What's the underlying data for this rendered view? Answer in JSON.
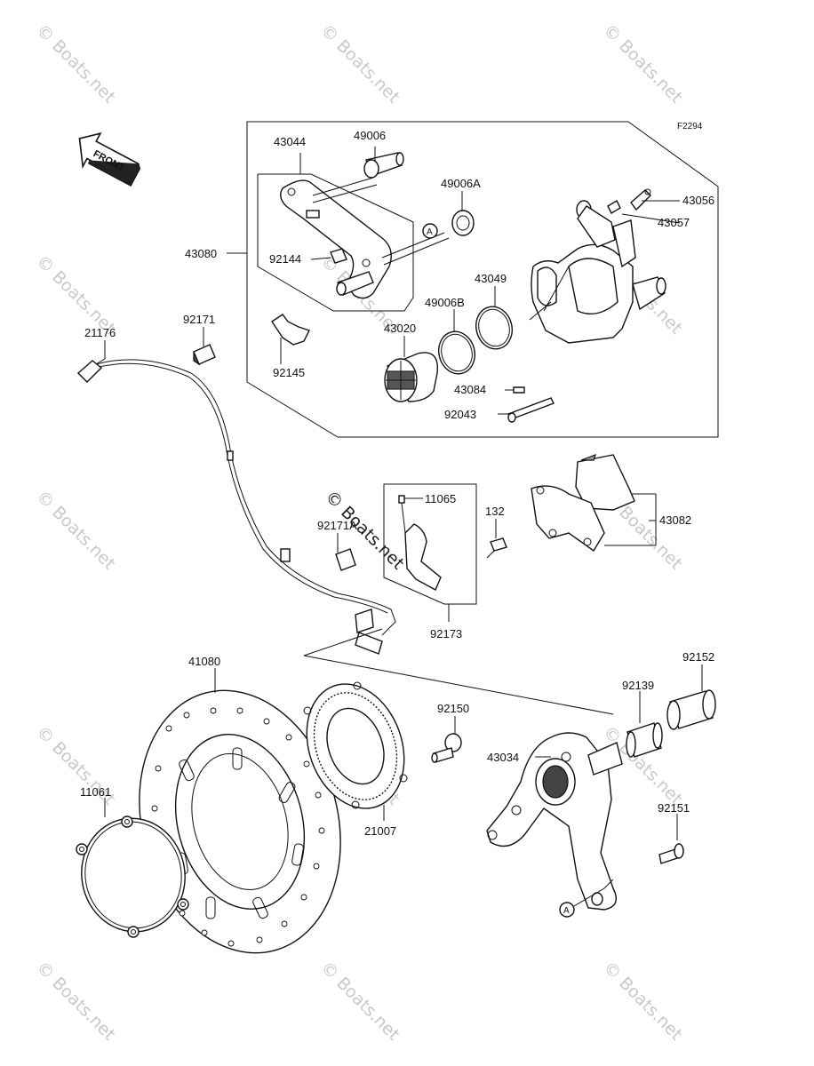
{
  "figure_code": "F2294",
  "front_label": "FRONT",
  "watermark": "© Boats.net",
  "ref_marker": "A",
  "parts": {
    "p43044": "43044",
    "p49006": "49006",
    "p49006a": "49006A",
    "p43056": "43056",
    "p43057": "43057",
    "p43080": "43080",
    "p92144": "92144",
    "p43049": "43049",
    "p49006b": "49006B",
    "p43020": "43020",
    "p92171": "92171",
    "p21176": "21176",
    "p92145": "92145",
    "p43084": "43084",
    "p92043": "92043",
    "p11065": "11065",
    "p132": "132",
    "p43082": "43082",
    "p92171a": "92171A",
    "p92173": "92173",
    "p41080": "41080",
    "p92152": "92152",
    "p92139": "92139",
    "p92150": "92150",
    "p43034": "43034",
    "p11061": "11061",
    "p92151": "92151",
    "p21007": "21007"
  }
}
